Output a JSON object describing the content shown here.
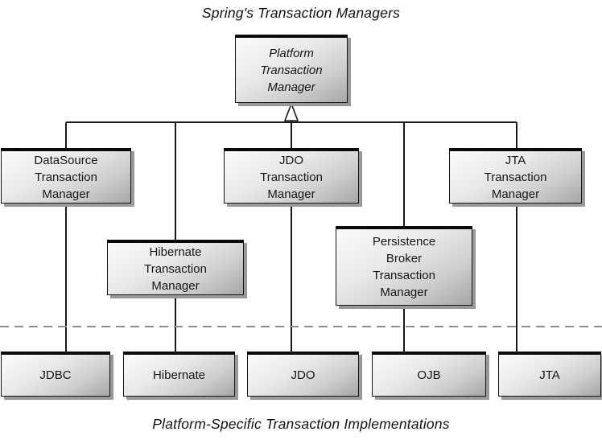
{
  "diagram": {
    "title": "Spring's Transaction Managers",
    "caption": "Platform-Specific Transaction Implementations"
  },
  "nodes": {
    "platform": {
      "label": "Platform\nTransaction\nManager"
    },
    "datasource": {
      "label": "DataSource\nTransaction\nManager"
    },
    "jdo_tm": {
      "label": "JDO\nTransaction\nManager"
    },
    "jta_tm": {
      "label": "JTA\nTransaction\nManager"
    },
    "hibernate_tm": {
      "label": "Hibernate\nTransaction\nManager"
    },
    "pb_tm": {
      "label": "Persistence\nBroker\nTransaction\nManager"
    },
    "jdbc": {
      "label": "JDBC"
    },
    "hibernate": {
      "label": "Hibernate"
    },
    "jdo": {
      "label": "JDO"
    },
    "ojb": {
      "label": "OJB"
    },
    "jta": {
      "label": "JTA"
    }
  },
  "colors": {
    "line": "#1a1a1a",
    "dashed_line": "#8e8e8e",
    "box_border": "#141414",
    "box_gradient_start": "#fbfbfb",
    "box_gradient_end": "#a6a6a6",
    "shadow": "#999999",
    "text": "#161616"
  }
}
